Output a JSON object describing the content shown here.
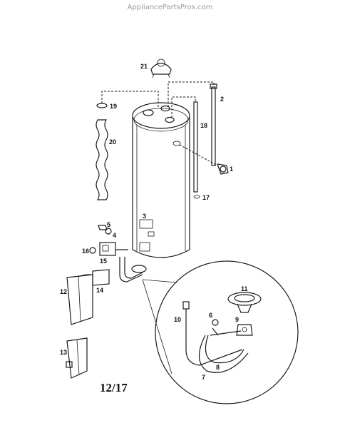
{
  "watermark": "AppliancePartsPros.com",
  "page_number": "12/17",
  "part_labels": [
    "1",
    "2",
    "3",
    "4",
    "5",
    "6",
    "7",
    "8",
    "9",
    "10",
    "11",
    "12",
    "13",
    "14",
    "15",
    "16",
    "17",
    "18",
    "19",
    "20",
    "21"
  ]
}
